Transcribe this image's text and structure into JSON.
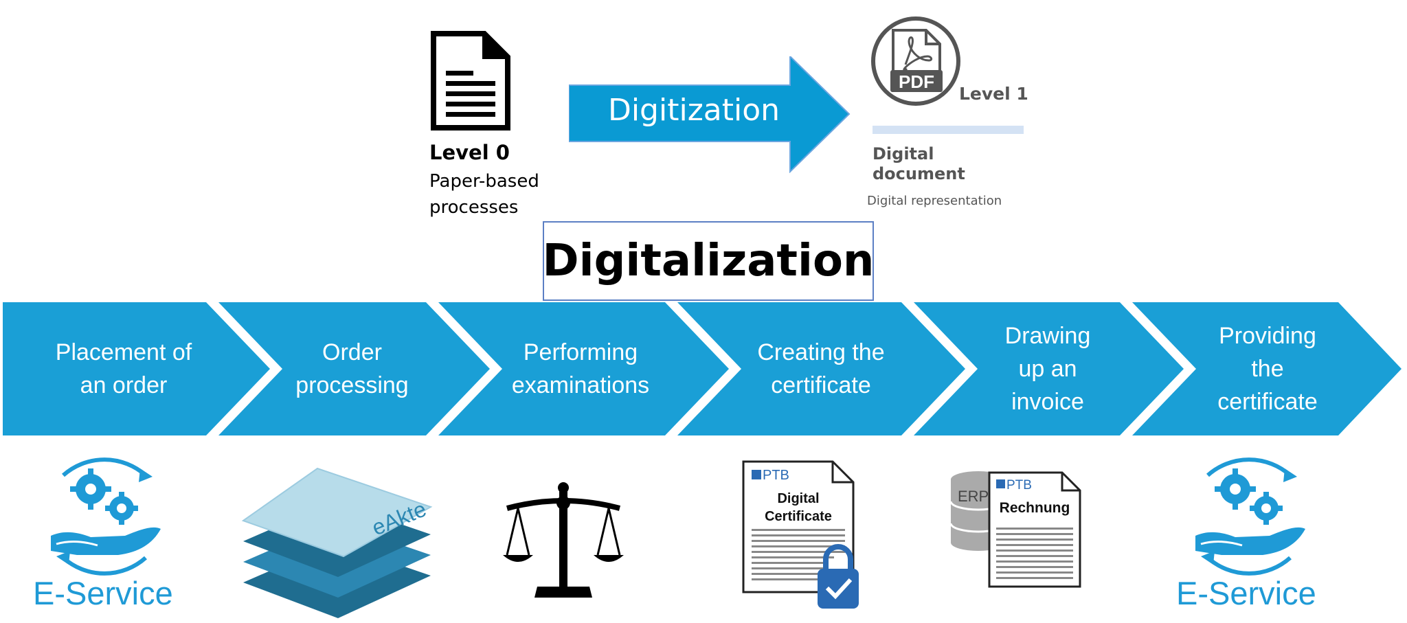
{
  "top": {
    "level0": {
      "title": "Level 0",
      "description_lines": [
        "Paper-based",
        "processes"
      ]
    },
    "arrow_label": "Digitization",
    "level1": {
      "label": "Level 1",
      "pdf_badge": "PDF",
      "doc_title_lines": [
        "Digital",
        "document"
      ],
      "subtitle": "Digital representation"
    },
    "center_title": "Digitalization"
  },
  "process_steps": [
    {
      "lines": [
        "Placement of",
        "an order"
      ]
    },
    {
      "lines": [
        "Order",
        "processing"
      ]
    },
    {
      "lines": [
        "Performing",
        "examinations"
      ]
    },
    {
      "lines": [
        "Creating the",
        "certificate"
      ]
    },
    {
      "lines": [
        "Drawing",
        "up an",
        "invoice"
      ]
    },
    {
      "lines": [
        "Providing",
        "the",
        "certificate"
      ]
    }
  ],
  "icons": {
    "eservice_left_label": "E-Service",
    "eakte_label": "eAkte",
    "eakte_superscript": "e",
    "certificate": {
      "logo": "PTB",
      "title_lines": [
        "Digital",
        "Certificate"
      ]
    },
    "invoice": {
      "erp_label": "ERP",
      "logo": "PTB",
      "title": "Rechnung"
    },
    "eservice_right_label": "E-Service"
  },
  "colors": {
    "accent_blue": "#0a9ad3",
    "band_blue": "#1a9fd6",
    "text_gray": "#555555",
    "bar_light": "#d4e2f4",
    "eakte_light": "#b7dcea",
    "eakte_dark": "#1f6d90",
    "lock_blue": "#2a6ab4"
  }
}
